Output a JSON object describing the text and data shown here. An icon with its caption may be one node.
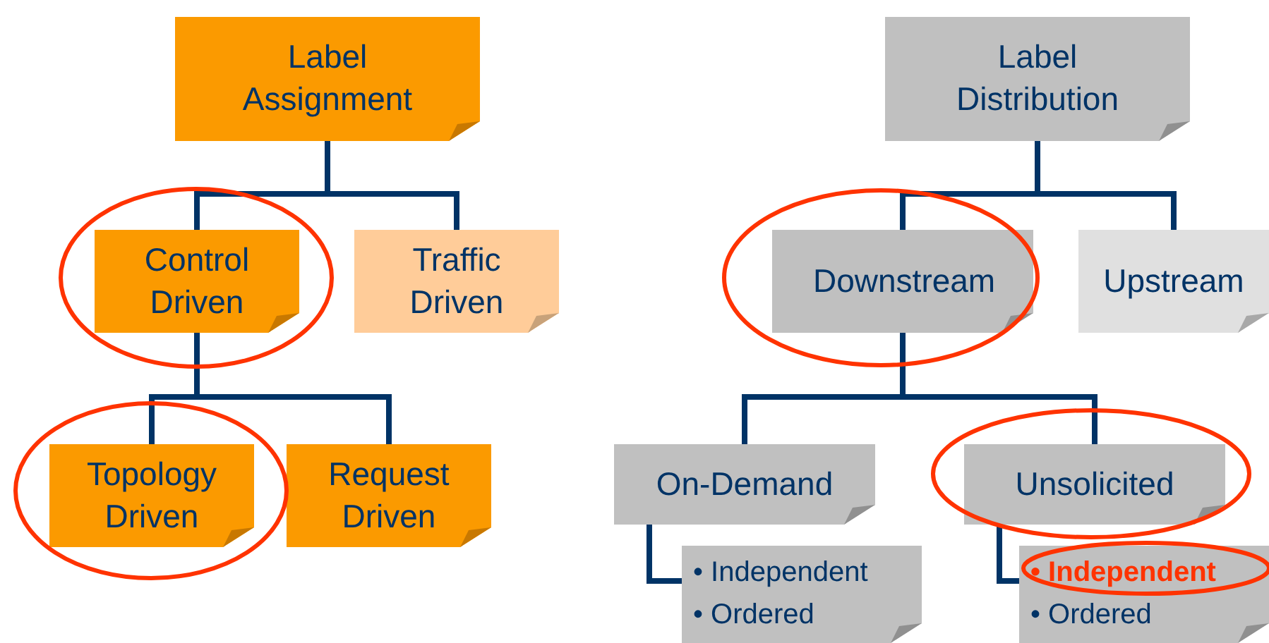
{
  "diagram": {
    "nodes": [
      {
        "text": [
          "Label Assignment"
        ]
      },
      {
        "text": [
          "Control Driven"
        ]
      },
      {
        "text": [
          "Traffic Driven"
        ]
      },
      {
        "text": [
          "Topology Driven"
        ]
      },
      {
        "text": [
          "Request Driven"
        ]
      },
      {
        "text": [
          "Label Distribution"
        ]
      },
      {
        "text": [
          "Downstream"
        ]
      },
      {
        "text": [
          "Upstream"
        ]
      },
      {
        "text": [
          "On-Demand"
        ]
      },
      {
        "text": [
          "Unsolicited"
        ]
      },
      {
        "text": [
          "• Independent",
          "• Ordered"
        ]
      },
      {
        "text": [
          "• Independent",
          "• Ordered"
        ]
      }
    ],
    "edges": [
      {
        "from": 0,
        "to": 1,
        "arrow": "none"
      },
      {
        "from": 0,
        "to": 2,
        "arrow": "none"
      },
      {
        "from": 1,
        "to": 3,
        "arrow": "none"
      },
      {
        "from": 1,
        "to": 4,
        "arrow": "none"
      },
      {
        "from": 5,
        "to": 6,
        "arrow": "none"
      },
      {
        "from": 5,
        "to": 7,
        "arrow": "none"
      },
      {
        "from": 6,
        "to": 8,
        "arrow": "none"
      },
      {
        "from": 6,
        "to": 9,
        "arrow": "none"
      },
      {
        "from": 8,
        "to": 10,
        "arrow": "none"
      },
      {
        "from": 9,
        "to": 11,
        "arrow": "none"
      }
    ]
  }
}
